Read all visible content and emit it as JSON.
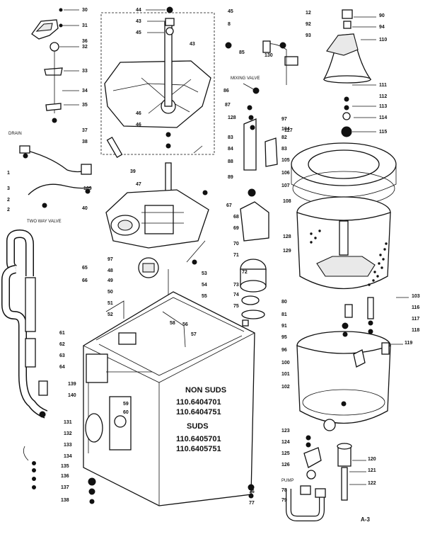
{
  "models": {
    "non_suds_heading": "NON SUDS",
    "non_suds_1": "110.6404701",
    "non_suds_2": "110.6404751",
    "suds_heading": "SUDS",
    "suds_1": "110.6405701",
    "suds_2": "110.6405751"
  },
  "notes": {
    "drain": "DRAIN",
    "two_way_valve": "TWO WAY VALVE",
    "mixing_valve": "MIXING VALVE",
    "pump": "PUMP"
  },
  "page_ref": "A-3",
  "callouts": [
    "30",
    "31",
    "32",
    "33",
    "34",
    "35",
    "36",
    "44",
    "43",
    "45",
    "46",
    "46",
    "43",
    "45",
    "8",
    "12",
    "92",
    "93",
    "85",
    "86",
    "87",
    "128",
    "83",
    "84",
    "88",
    "89",
    "90",
    "94",
    "110",
    "111",
    "112",
    "113",
    "114",
    "115",
    "37",
    "38",
    "39",
    "47",
    "40",
    "1",
    "2",
    "3",
    "2",
    "97",
    "104",
    "82",
    "83",
    "105",
    "106",
    "107",
    "108",
    "109",
    "97",
    "48",
    "49",
    "50",
    "51",
    "52",
    "53",
    "54",
    "55",
    "56",
    "57",
    "58",
    "59",
    "60",
    "61",
    "62",
    "63",
    "64",
    "65",
    "66",
    "67",
    "68",
    "69",
    "70",
    "71",
    "72",
    "73",
    "74",
    "75",
    "76",
    "77",
    "78",
    "79",
    "80",
    "81",
    "91",
    "95",
    "96",
    "100",
    "101",
    "102",
    "103",
    "116",
    "117",
    "118",
    "119",
    "120",
    "121",
    "122",
    "123",
    "124",
    "125",
    "126",
    "127",
    "128",
    "129",
    "130",
    "131",
    "132",
    "133",
    "134",
    "135",
    "136",
    "137",
    "138",
    "139",
    "140"
  ]
}
